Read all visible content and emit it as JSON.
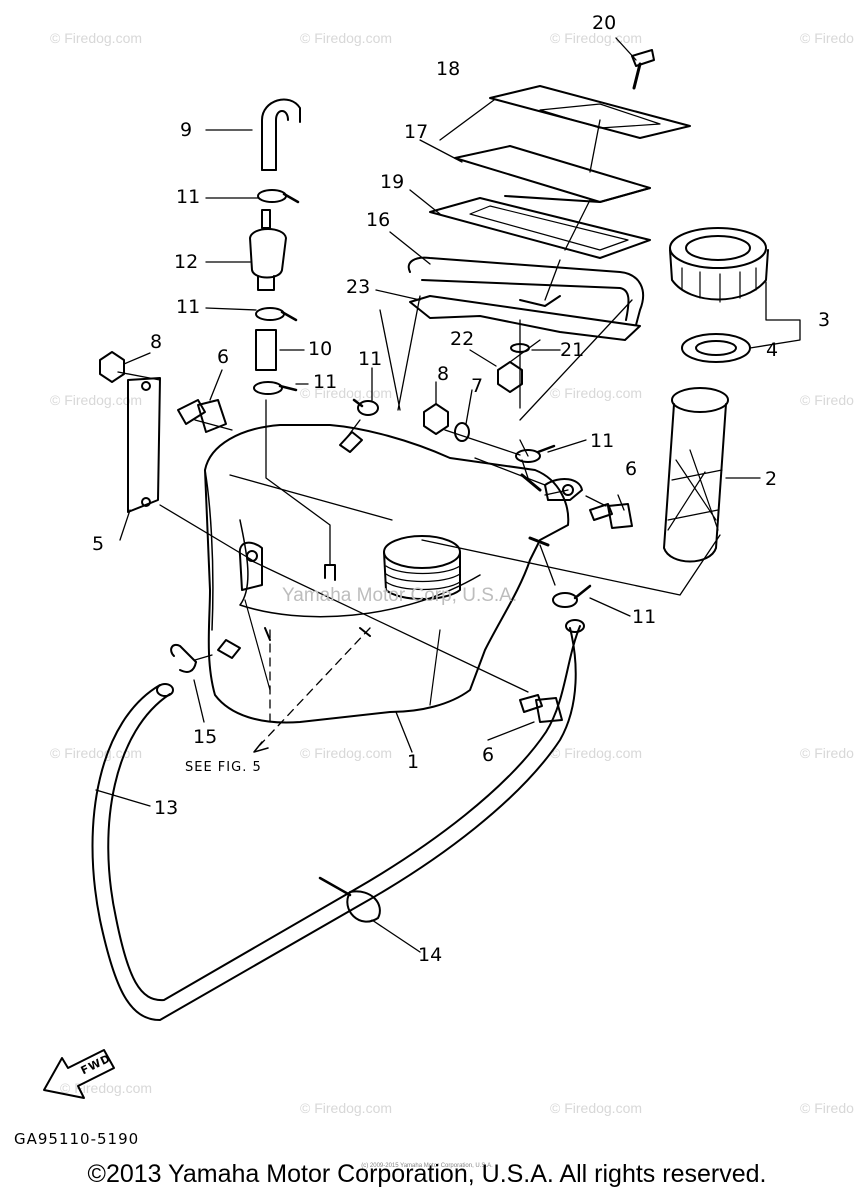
{
  "watermark": "© Firedog.com",
  "center_watermark": "Yamaha Motor Corp, U.S.A.",
  "callouts": [
    "1",
    "2",
    "3",
    "4",
    "5",
    "6",
    "6",
    "6",
    "7",
    "8",
    "8",
    "9",
    "10",
    "11",
    "11",
    "11",
    "11",
    "11",
    "11",
    "12",
    "13",
    "14",
    "15",
    "16",
    "17",
    "18",
    "19",
    "20",
    "21",
    "22",
    "23"
  ],
  "see_fig": "SEE FIG. 5",
  "fwd_label": "FWD",
  "diagram_code": "GA95110-5190",
  "copyright": "©2013 Yamaha Motor Corporation, U.S.A. All rights reserved.",
  "tiny_copyright": "(c) 2009-2015 Yamaha Motor Corporation, U.S.A."
}
